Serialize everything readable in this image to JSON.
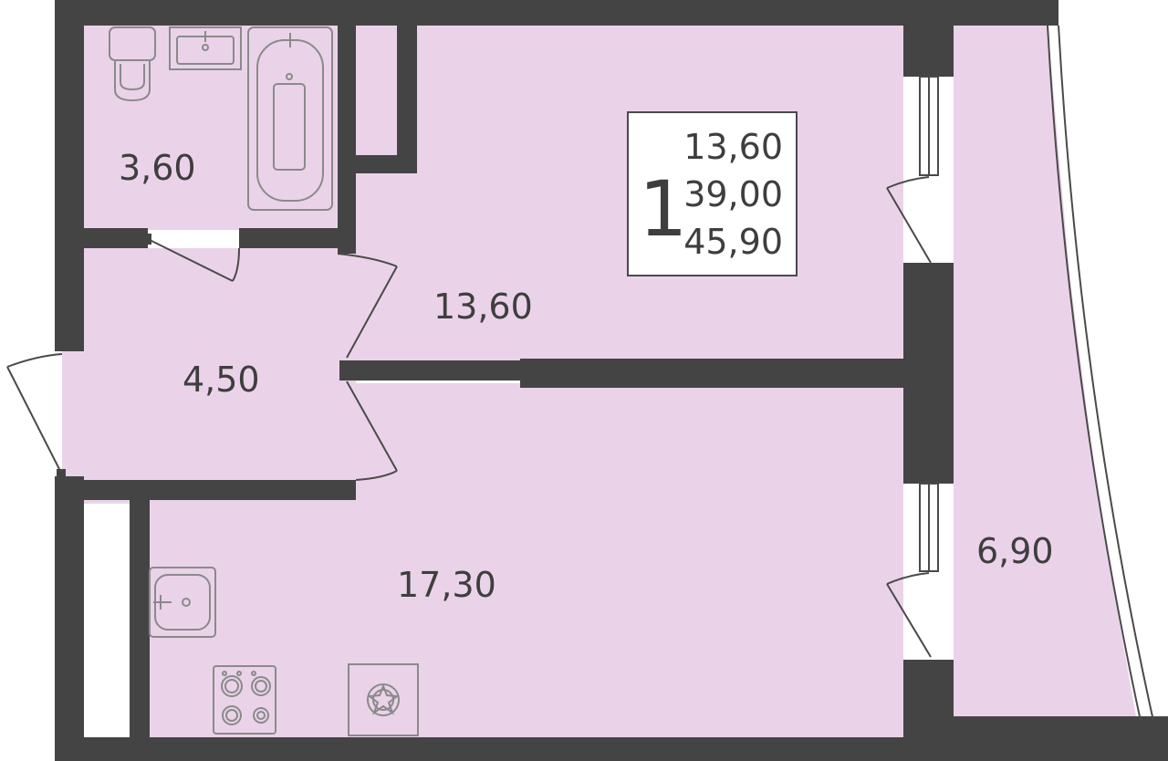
{
  "colors": {
    "floor": "#ead3e8",
    "wall": "#444444",
    "text": "#3e3e3e",
    "fixture_stroke": "#8a8a8a",
    "summary_bg": "#ffffff"
  },
  "summary": {
    "rooms": "1",
    "living_area": "13,60",
    "total_area": "39,00",
    "total_area_with_balcony": "45,90"
  },
  "rooms": {
    "bathroom": {
      "area": "3,60"
    },
    "bedroom": {
      "area": "13,60"
    },
    "hallway": {
      "area": "4,50"
    },
    "kitchen": {
      "area": "17,30"
    },
    "balcony": {
      "area": "6,90"
    }
  },
  "icons": [
    "toilet-icon",
    "washbasin-icon",
    "bathtub-icon",
    "sink-icon",
    "stove-icon",
    "washing-machine-icon"
  ]
}
